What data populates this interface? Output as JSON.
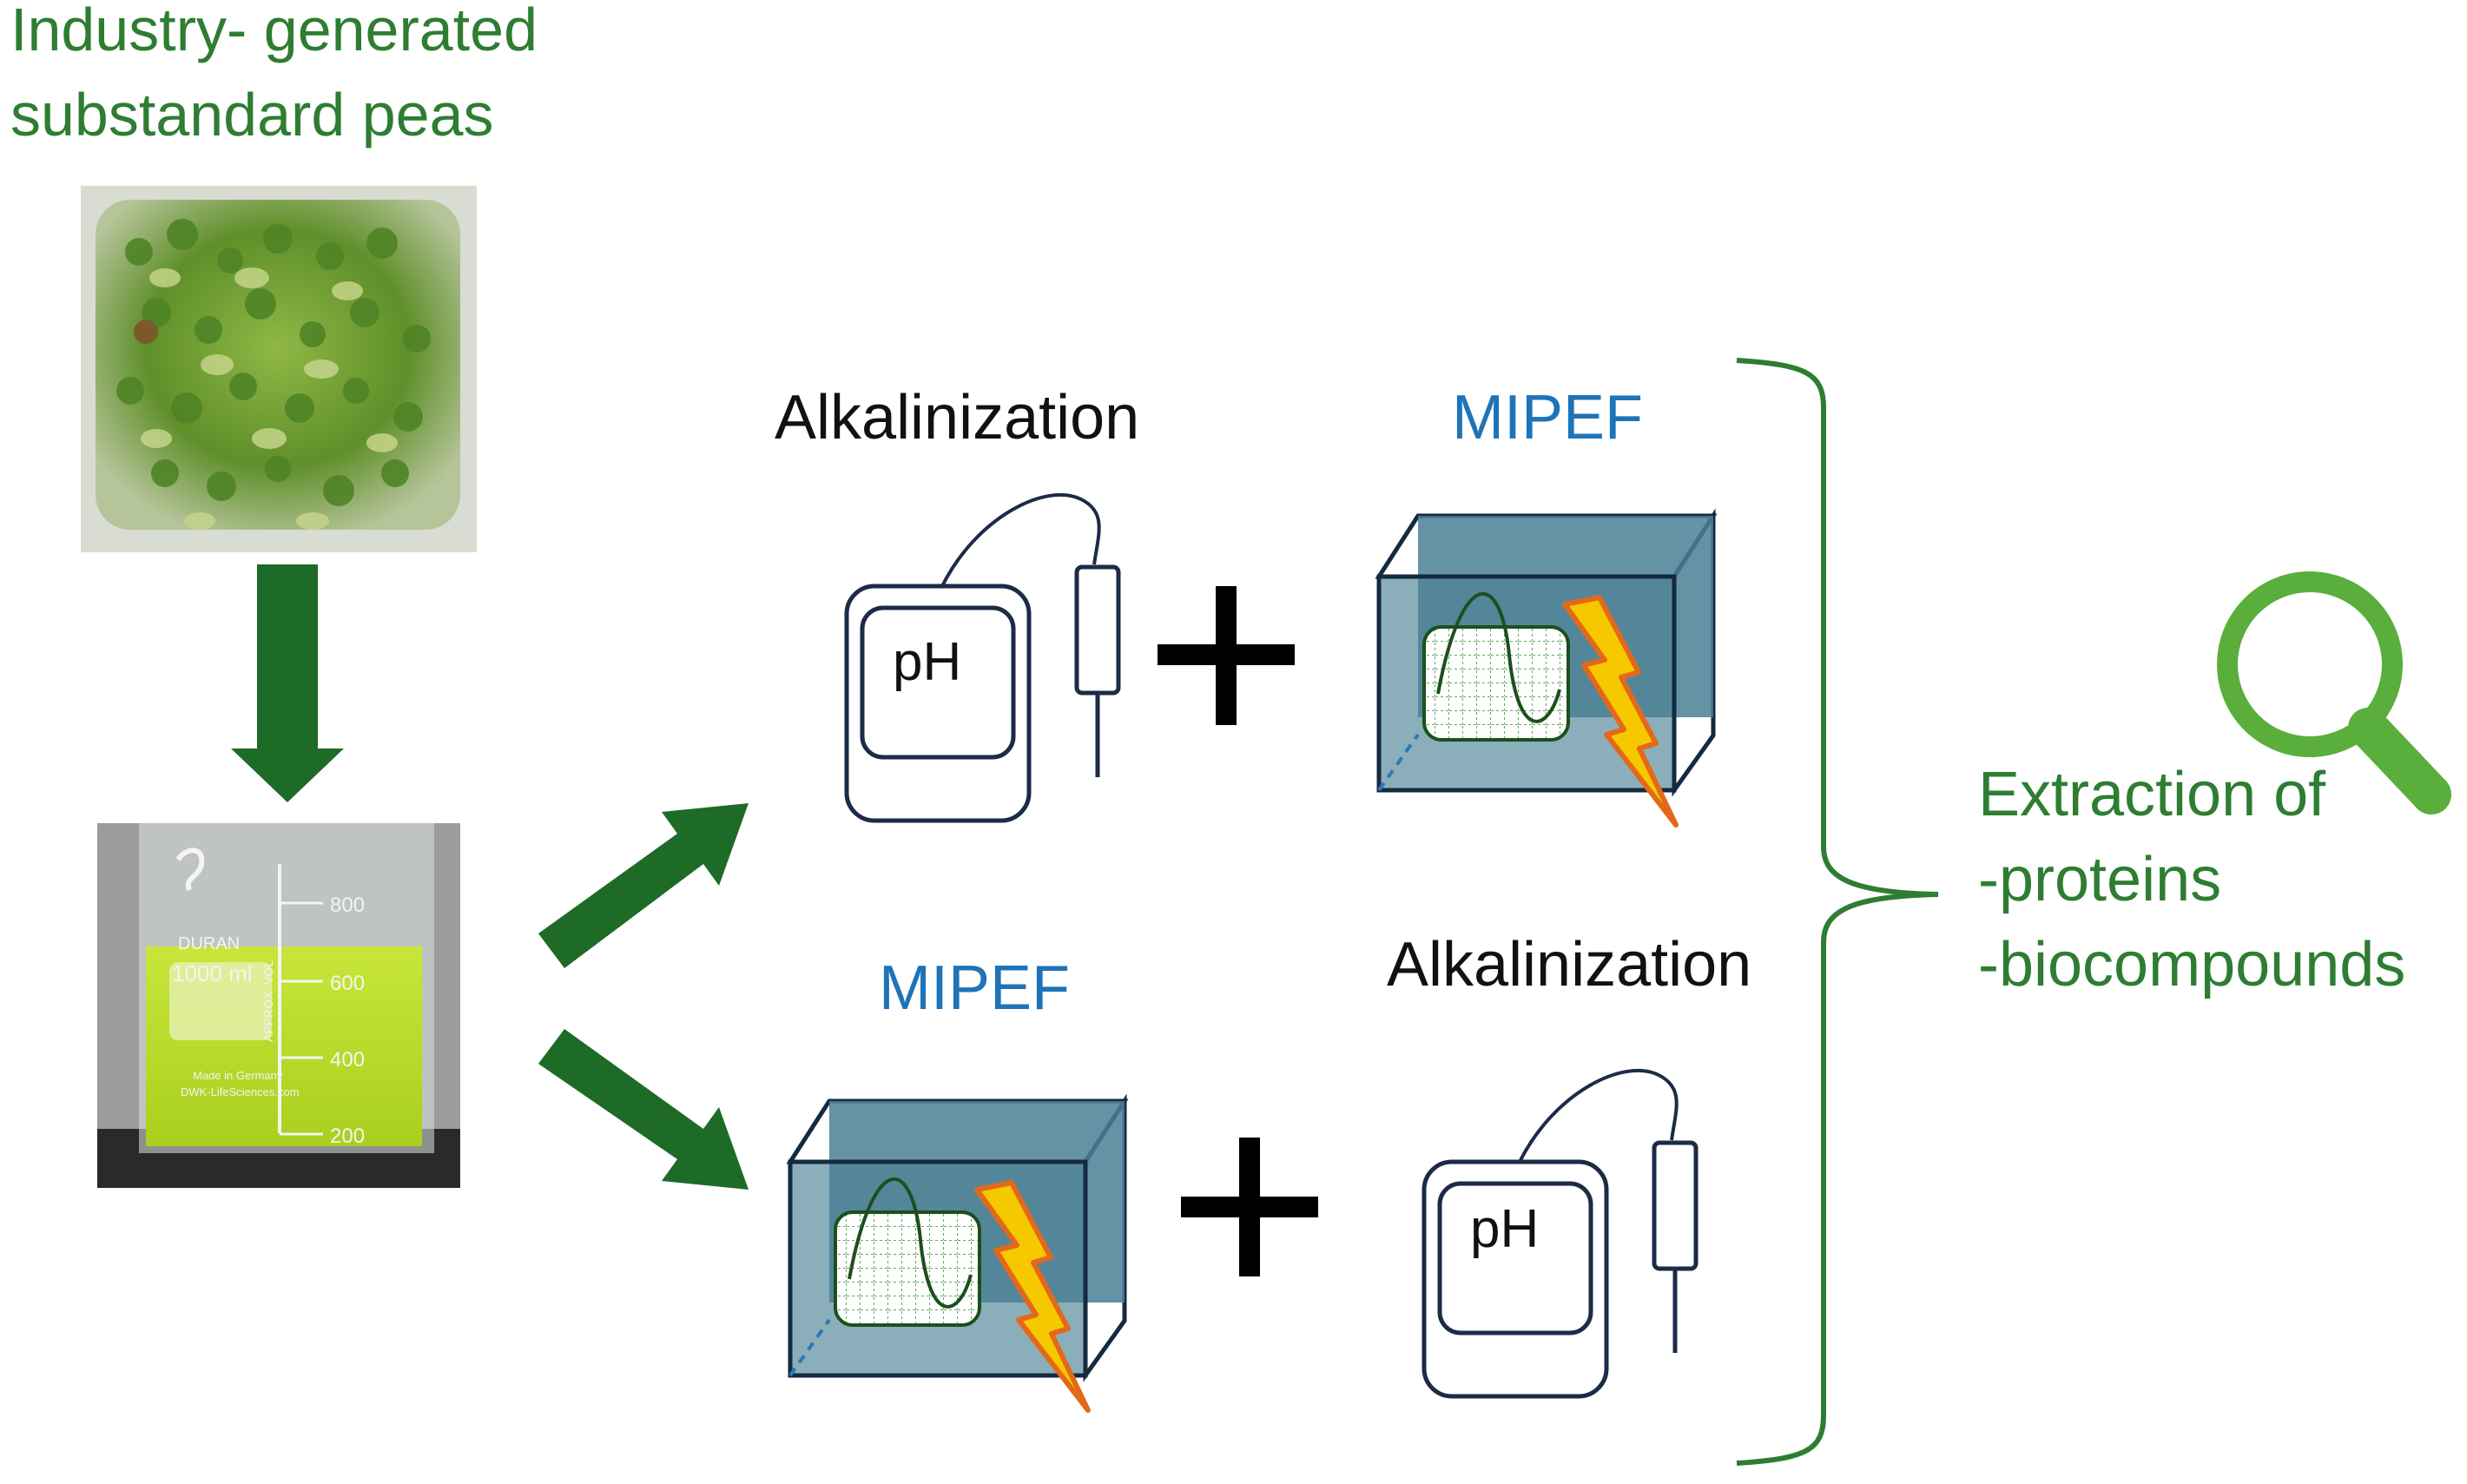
{
  "source": {
    "title_line1": "Industry- generated",
    "title_line2": "substandard peas"
  },
  "beaker": {
    "brand": "DURAN",
    "volume": "1000 ml",
    "made_in": "Made in Germany",
    "site": "DWK-LifeSciences.com",
    "approx": "APPROX. VOL",
    "ticks": [
      "800",
      "600",
      "400",
      "200"
    ]
  },
  "route_top": {
    "step1": "Alkalinization",
    "step2": "MIPEF",
    "meter_label": "pH",
    "plus": "+"
  },
  "route_bottom": {
    "step1": "MIPEF",
    "step2": "Alkalinization",
    "meter_label": "pH",
    "plus": "+"
  },
  "result": {
    "line1": "Extraction of",
    "line2": "-proteins",
    "line3": "-biocompounds"
  },
  "colors": {
    "green_text": "#2e7d32",
    "arrow_green": "#1e6b27",
    "blue_text": "#1f73b7",
    "chamber_blue": "#4a7f94",
    "bolt_yellow": "#f5c800",
    "bolt_outline": "#e3691a",
    "magnifier_green": "#5aae3c"
  },
  "icons": [
    "pea-photo",
    "beaker-photo",
    "ph-meter-icon",
    "pulsed-field-chamber-icon",
    "lightning-bolt-icon",
    "magnifier-icon",
    "plus-icon",
    "arrow-down-icon",
    "arrow-diagonal-icon",
    "brace-icon"
  ]
}
